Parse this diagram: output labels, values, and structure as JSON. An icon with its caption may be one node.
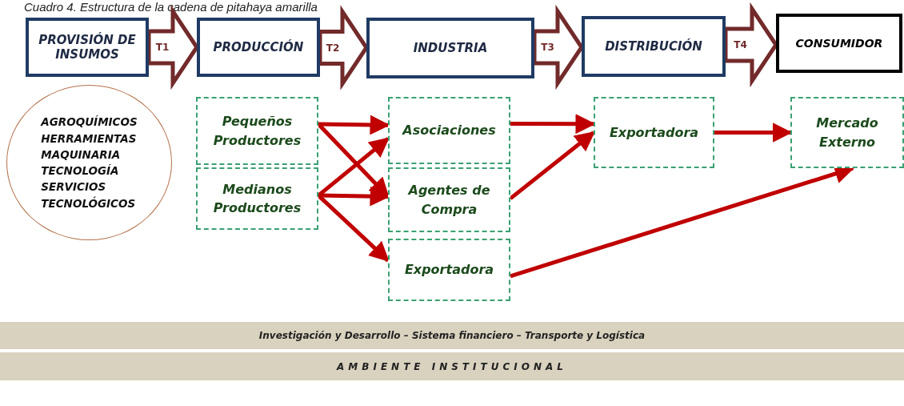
{
  "diagram": {
    "title": "Cuadro 4. Estructura de la cadena de pitahaya amarilla",
    "nodes": [
      {
        "text": [
          "PROVISIÓN DE INSUMOS"
        ]
      },
      {
        "text": [
          "PRODUCCIÓN"
        ]
      },
      {
        "text": [
          "INDUSTRIA"
        ]
      },
      {
        "text": [
          "DISTRIBUCIÓN"
        ]
      },
      {
        "text": [
          "CONSUMIDOR"
        ]
      },
      {
        "text": [
          "AGROQUÍMICOS",
          "HERRAMIENTAS",
          "MAQUINARIA",
          "TECNOLOGÍA",
          "SERVICIOS TECNOLÓGICOS"
        ]
      },
      {
        "text": [
          "Pequeños Productores"
        ]
      },
      {
        "text": [
          "Medianos Productores"
        ]
      },
      {
        "text": [
          "Asociaciones"
        ]
      },
      {
        "text": [
          "Agentes de Compra"
        ]
      },
      {
        "text": [
          "Exportadora"
        ]
      },
      {
        "text": [
          "Exportadora"
        ]
      },
      {
        "text": [
          "Mercado Externo"
        ]
      },
      {
        "text": [
          "Investigación y Desarrollo – Sistema financiero – Transporte y Logística"
        ]
      },
      {
        "text": [
          "AMBIENTE INSTITUCIONAL"
        ]
      }
    ],
    "edges": [
      {
        "from": 0,
        "to": 1,
        "arrow": "to",
        "label": "T1",
        "style": "thick",
        "color": "#722a2a"
      },
      {
        "from": 1,
        "to": 2,
        "arrow": "to",
        "label": "T2",
        "style": "thick",
        "color": "#722a2a"
      },
      {
        "from": 2,
        "to": 3,
        "arrow": "to",
        "label": "T3",
        "style": "thick",
        "color": "#722a2a"
      },
      {
        "from": 3,
        "to": 4,
        "arrow": "to",
        "label": "T4",
        "style": "thick",
        "color": "#722a2a"
      },
      {
        "from": 6,
        "to": 8,
        "arrow": "to"
      },
      {
        "from": 6,
        "to": 9,
        "arrow": "to"
      },
      {
        "from": 7,
        "to": 8,
        "arrow": "to"
      },
      {
        "from": 7,
        "to": 9,
        "arrow": "to"
      },
      {
        "from": 7,
        "to": 10,
        "arrow": "to"
      },
      {
        "from": 8,
        "to": 11,
        "arrow": "to"
      },
      {
        "from": 9,
        "to": 11,
        "arrow": "to"
      },
      {
        "from": 10,
        "to": 12,
        "arrow": "to"
      },
      {
        "from": 11,
        "to": 12,
        "arrow": "to"
      }
    ]
  }
}
